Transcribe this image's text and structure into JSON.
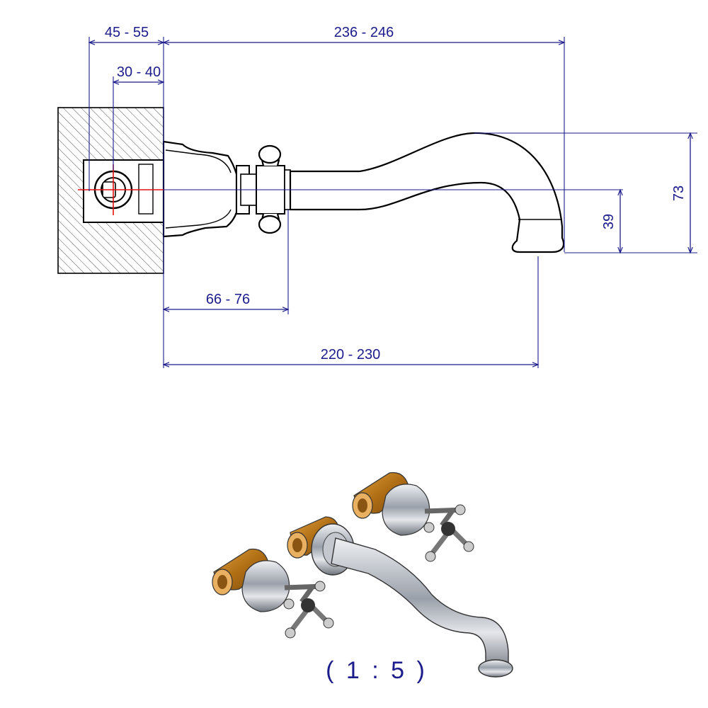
{
  "colors": {
    "dimension": "#1c1c8c",
    "centerline": "#e01010",
    "outline": "#000000",
    "brass": "#c8861c",
    "chrome": "#b8bcc4"
  },
  "dimensions": {
    "wall_depth": "45 - 55",
    "body_depth": "30 - 40",
    "spout_total": "236 - 246",
    "handle_offset": "66 - 76",
    "spout_projection": "220 - 230",
    "outlet_height": "39",
    "spout_height": "73"
  },
  "scale_label": "( 1 : 5 )"
}
